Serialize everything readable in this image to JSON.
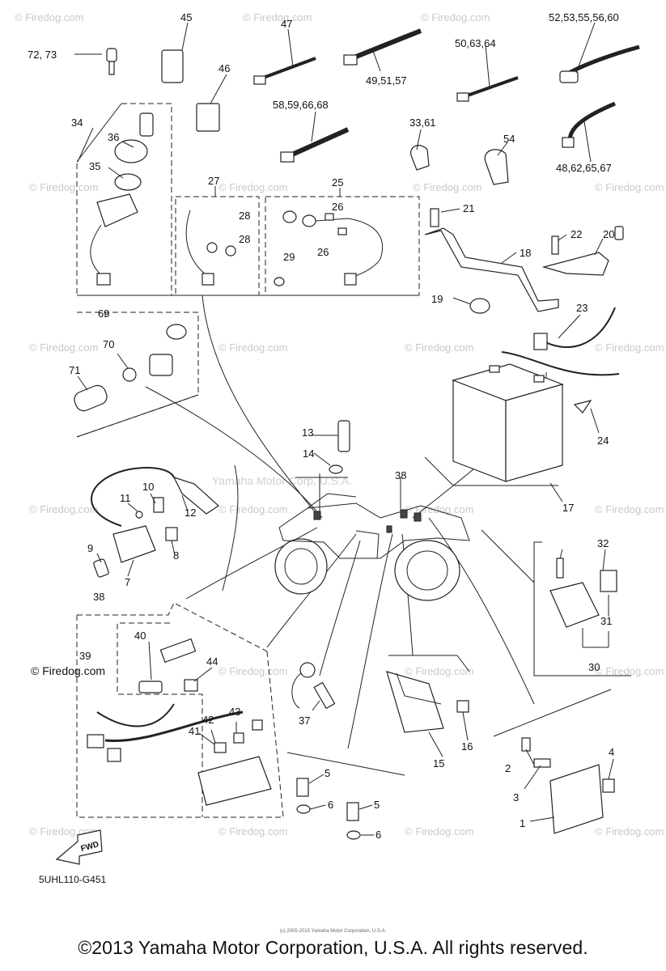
{
  "watermarks": {
    "site": "© Firedog.com",
    "company": "Yamaha Motor Corp, U.S.A.",
    "large": "© Firedog.com"
  },
  "diagram_code": "5UHL110-G451",
  "fwd_label": "FWD",
  "tiny_copyright": "(c) 2005-2015 Yamaha Motor Corporation, U.S.A.",
  "footer": "©2013 Yamaha Motor Corporation, U.S.A. All rights reserved.",
  "labels": {
    "l1": "1",
    "l2": "2",
    "l3": "3",
    "l4": "4",
    "l5a": "5",
    "l5b": "5",
    "l6a": "6",
    "l6b": "6",
    "l7": "7",
    "l8": "8",
    "l9": "9",
    "l10": "10",
    "l11": "11",
    "l12": "12",
    "l13": "13",
    "l14": "14",
    "l15": "15",
    "l16": "16",
    "l17": "17",
    "l18": "18",
    "l19": "19",
    "l20": "20",
    "l21": "21",
    "l22": "22",
    "l23": "23",
    "l24": "24",
    "l25": "25",
    "l26a": "26",
    "l26b": "26",
    "l27": "27",
    "l28a": "28",
    "l28b": "28",
    "l29": "29",
    "l30": "30",
    "l31": "31",
    "l32": "32",
    "l33": "33,61",
    "l34": "34",
    "l35": "35",
    "l36": "36",
    "l37": "37",
    "l38a": "38",
    "l38b": "38",
    "l39": "39",
    "l40": "40",
    "l41": "41",
    "l42": "42",
    "l43": "43",
    "l44": "44",
    "l45": "45",
    "l46": "46",
    "l47": "47",
    "l48": "48,62,65,67",
    "l49": "49,51,57",
    "l50": "50,63,64",
    "l52": "52,53,55,56,60",
    "l54": "54",
    "l58": "58,59,66,68",
    "l69": "69",
    "l70": "70",
    "l71": "71",
    "l72": "72, 73"
  }
}
